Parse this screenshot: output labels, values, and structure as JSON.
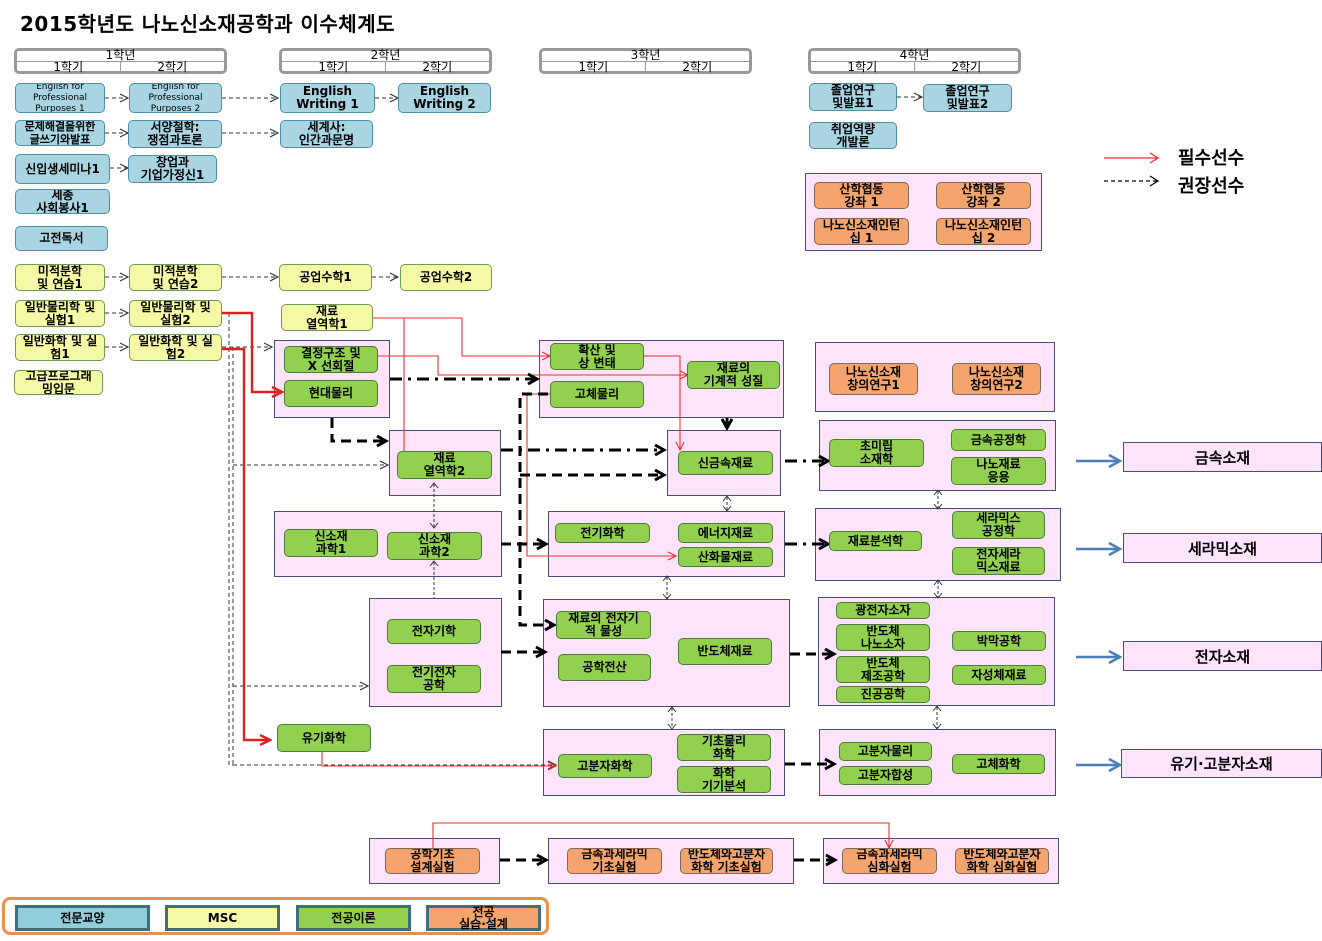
{
  "title": "2015학년도 나노신소재공학과 이수체계도",
  "years": [
    {
      "label": "1학년",
      "sem1": "1학기",
      "sem2": "2학기"
    },
    {
      "label": "2학년",
      "sem1": "1학기",
      "sem2": "2학기"
    },
    {
      "label": "3학년",
      "sem1": "1학기",
      "sem2": "2학기"
    },
    {
      "label": "4학년",
      "sem1": "1학기",
      "sem2": "2학기"
    }
  ],
  "legend_arrows": {
    "required": "필수선수",
    "recommended": "권장선수",
    "required_color": "#e8322e",
    "recommended_color": "#000000"
  },
  "courses": {
    "efp1": "English  for\nProfessional\nPurposes 1",
    "efp2": "English  for\nProfessional\nPurposes 2",
    "ew1": "English\nWriting 1",
    "ew2": "English\nWriting 2",
    "writing": "문제해결을위한\n글쓰기와발표",
    "philo": "서양철학:\n쟁점과토론",
    "history": "세계사:\n인간과문명",
    "seminar": "신입생세미나1",
    "startup": "창업과\n기업가정신1",
    "volunteer": "세종\n사회봉사1",
    "classics": "고전독서",
    "grad1": "졸업연구\n및발표1",
    "grad2": "졸업연구\n및발표2",
    "career": "취업역량\n개발론",
    "ind1": "산학협동\n강좌 1",
    "ind2": "산학협동\n강좌 2",
    "intern1": "나노신소재인턴\n십 1",
    "intern2": "나노신소재인턴\n십 2",
    "calc1": "미적분학\n및 연습1",
    "calc2": "미적분학\n및 연습2",
    "engmath1": "공업수학1",
    "engmath2": "공업수학2",
    "phys1": "일반물리학 및\n실험1",
    "phys2": "일반물리학 및\n실험2",
    "chem1": "일반화학 및 실\n험1",
    "chem2": "일반화학 및 실\n험2",
    "prog": "고급프로그래\n밍입문",
    "thermo1": "재료\n열역학1",
    "crystal": "결정구조 및\nX 선회절",
    "modphys": "현대물리",
    "diffusion": "확산 및\n상 변태",
    "solidphys": "고체물리",
    "mech": "재료의\n기계적 성질",
    "creative1": "나노신소재\n창의연구1",
    "creative2": "나노신소재\n창의연구2",
    "thermo2": "재료\n열역학2",
    "newmetal": "신금속재료",
    "micro": "초미립\n소재학",
    "metalproc": "금속공정학",
    "nanoapp": "나노재료\n응용",
    "newmat1": "신소재\n과학1",
    "newmat2": "신소재\n과학2",
    "electrochem": "전기화학",
    "energy": "에너지재료",
    "oxide": "산화물재료",
    "analysis": "재료분석학",
    "ceramproc": "세라믹스\n공정학",
    "elecceram": "전자세라\n믹스재료",
    "emag": "전자기학",
    "elec": "전기전자\n공학",
    "elecprop": "재료의 전자기\n적 물성",
    "compeng": "공학전산",
    "semimat": "반도체재료",
    "opto": "광전자소자",
    "seminano": "반도체\n나노소자",
    "semiproc": "반도체\n제조공학",
    "vacuum": "진공공학",
    "thinfilm": "박막공학",
    "magnetic": "자성체재료",
    "organic": "유기화학",
    "polychem": "고분자화학",
    "physchem": "기초물리\n화학",
    "instrument": "화학\n기기분석",
    "polyphys": "고분자물리",
    "polysyn": "고분자합성",
    "solidchem": "고체화학",
    "design": "공학기초\n설계실험",
    "mcbasic": "금속과세라믹\n기초실험",
    "spbasic": "반도체와고분자\n화학 기초실험",
    "mcadv": "금속과세라믹\n심화실험",
    "spadv": "반도체와고분자\n화학 심화실험"
  },
  "tracks": {
    "metal": "금속소재",
    "ceramic": "세라믹소재",
    "electronic": "전자소재",
    "polymer": "유기·고분자소재"
  },
  "categories": [
    {
      "label": "전문교양",
      "color": "#92cddc"
    },
    {
      "label": "MSC",
      "color": "#f5f9a5"
    },
    {
      "label": "전공이론",
      "color": "#92d050"
    },
    {
      "label": "전공\n실습·설계",
      "color": "#f4a46c"
    }
  ]
}
